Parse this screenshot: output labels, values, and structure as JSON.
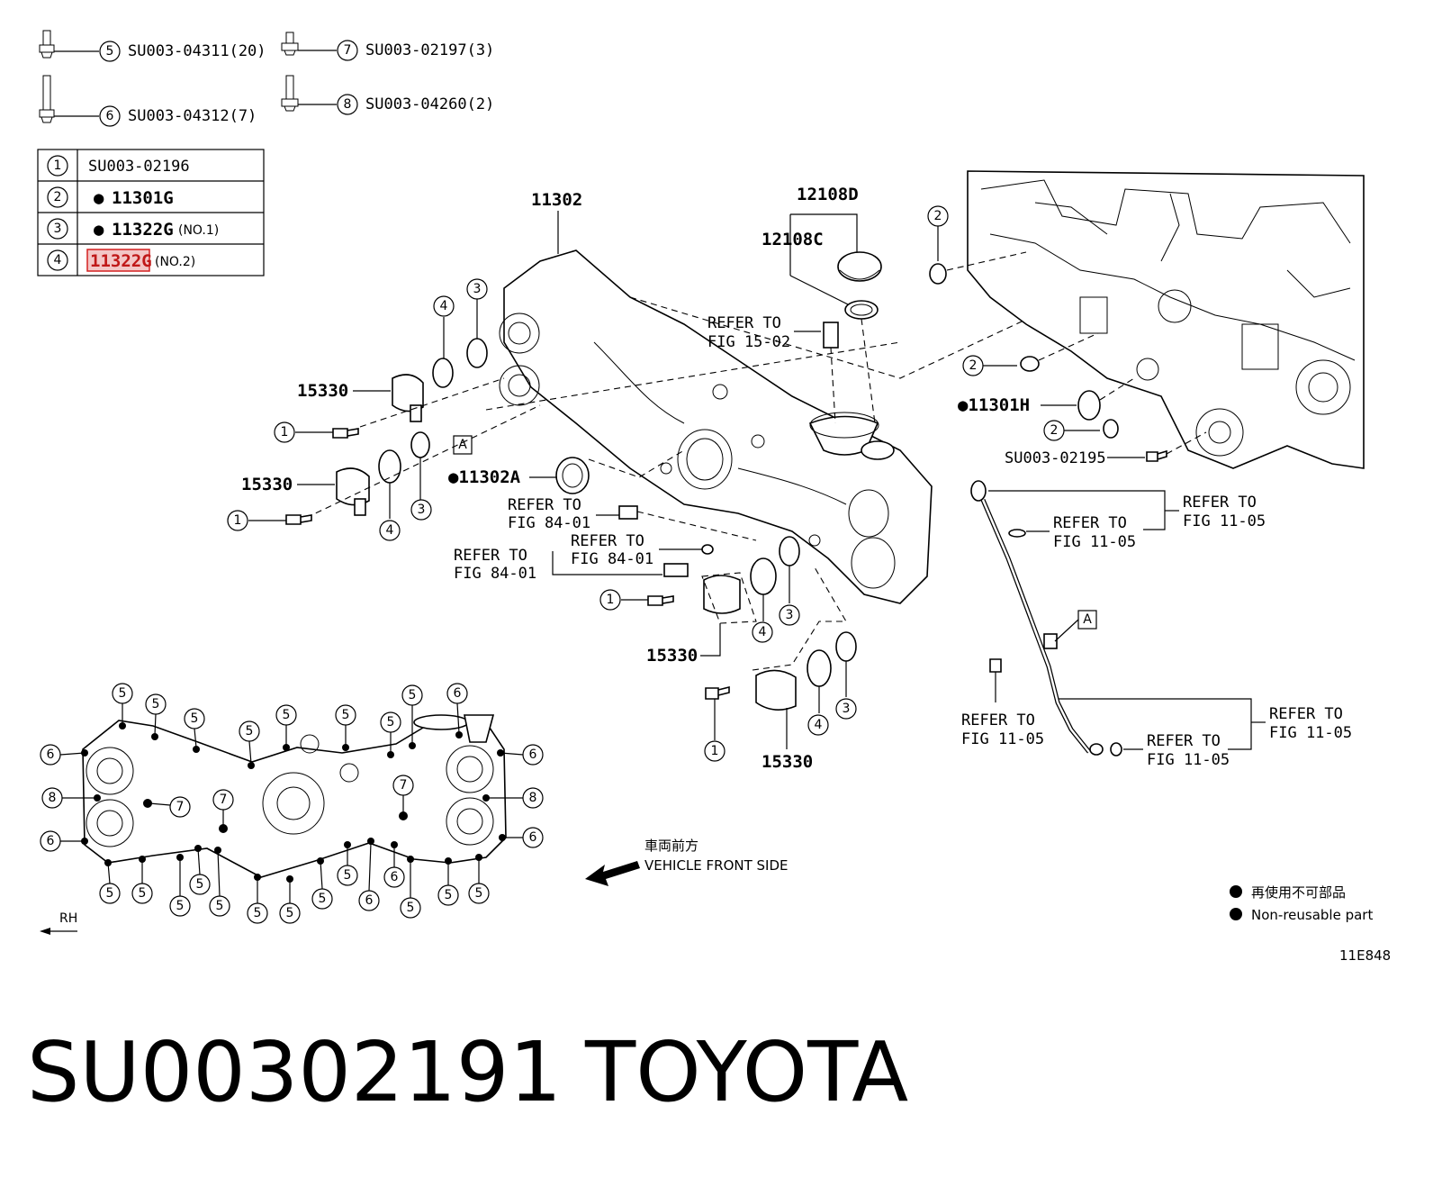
{
  "bolts": [
    {
      "num": "5",
      "code": "SU003-04311(20)"
    },
    {
      "num": "6",
      "code": "SU003-04312(7)"
    },
    {
      "num": "7",
      "code": "SU003-02197(3)"
    },
    {
      "num": "8",
      "code": "SU003-04260(2)"
    }
  ],
  "legend_table": [
    {
      "num": "1",
      "dot": "",
      "code": "SU003-02196",
      "note": ""
    },
    {
      "num": "2",
      "dot": "●",
      "code": "11301G",
      "note": ""
    },
    {
      "num": "3",
      "dot": "●",
      "code": "11322G",
      "note": "(NO.1)"
    },
    {
      "num": "4",
      "dot": "",
      "code": "11322G",
      "note": "(NO.2)",
      "highlight_color": "#d42020"
    }
  ],
  "part_labels": {
    "p11302": "11302",
    "p12108d": "12108D",
    "p12108c": "12108C",
    "p15330": "15330",
    "p11302a": "●11302A",
    "p11301h": "●11301H",
    "su00302195": "SU003-02195",
    "box_a": "A"
  },
  "refer_lines": {
    "l1": "REFER TO",
    "fig15": "FIG 15-02",
    "fig84": "FIG 84-01",
    "fig11": "FIG 11-05"
  },
  "front_side_jp": "車両前方",
  "front_side_en": "VEHICLE FRONT SIDE",
  "rh_label": "RH",
  "legend_dot_jp": "再使用不可部品",
  "legend_dot_en": "Non-reusable part",
  "figure_code": "11E848",
  "footer_part_number": "SU00302191",
  "footer_brand": "TOYOTA",
  "icons": [
    "bolt-icon",
    "o-ring-icon",
    "oil-cap-icon",
    "dipstick-icon",
    "arrow-left-icon",
    "bullet-icon"
  ]
}
